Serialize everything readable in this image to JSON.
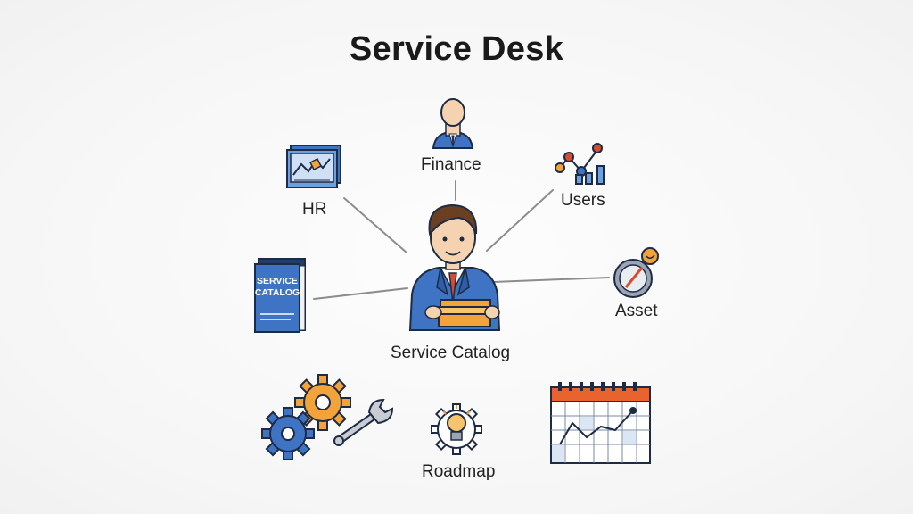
{
  "title": "Service Desk",
  "nodes": {
    "finance": "Finance",
    "hr": "HR",
    "users": "Users",
    "asset": "Asset",
    "service_catalog": "Service Catalog",
    "roadmap": "Roadmap"
  },
  "book": {
    "line1": "SERVICE",
    "line2": "CATALOG"
  },
  "colors": {
    "blue": "#3f73c4",
    "navy": "#233d6b",
    "orange": "#f2a33a",
    "red": "#d84b2c",
    "line": "#8a8a8a"
  }
}
